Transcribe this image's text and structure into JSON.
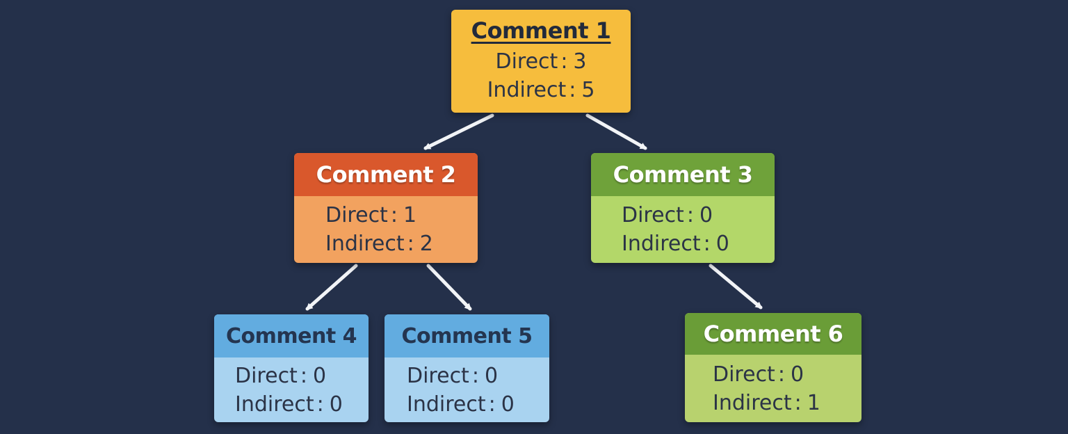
{
  "diagram": {
    "nodes": [
      {
        "id": "1",
        "title": "Comment 1",
        "direct_label": "Direct",
        "direct_value": "3",
        "indirect_label": "Indirect",
        "indirect_value": "5",
        "color": "#f6bd3d"
      },
      {
        "id": "2",
        "title": "Comment 2",
        "direct_label": "Direct",
        "direct_value": "1",
        "indirect_label": "Indirect",
        "indirect_value": "2",
        "color": "#d9582c"
      },
      {
        "id": "3",
        "title": "Comment 3",
        "direct_label": "Direct",
        "direct_value": "0",
        "indirect_label": "Indirect",
        "indirect_value": "0",
        "color": "#6fa23a"
      },
      {
        "id": "4",
        "title": "Comment 4",
        "direct_label": "Direct",
        "direct_value": "0",
        "indirect_label": "Indirect",
        "indirect_value": "0",
        "color": "#62ace0"
      },
      {
        "id": "5",
        "title": "Comment 5",
        "direct_label": "Direct",
        "direct_value": "0",
        "indirect_label": "Indirect",
        "indirect_value": "0",
        "color": "#62ace0"
      },
      {
        "id": "6",
        "title": "Comment 6",
        "direct_label": "Direct",
        "direct_value": "0",
        "indirect_label": "Indirect",
        "indirect_value": "1",
        "color": "#6a9d37"
      }
    ],
    "edges": [
      {
        "from": "1",
        "to": "2"
      },
      {
        "from": "1",
        "to": "3"
      },
      {
        "from": "2",
        "to": "4"
      },
      {
        "from": "2",
        "to": "5"
      },
      {
        "from": "3",
        "to": "6"
      }
    ],
    "separator": ":",
    "background_color": "#24304a",
    "arrow_color": "#ffffff"
  }
}
